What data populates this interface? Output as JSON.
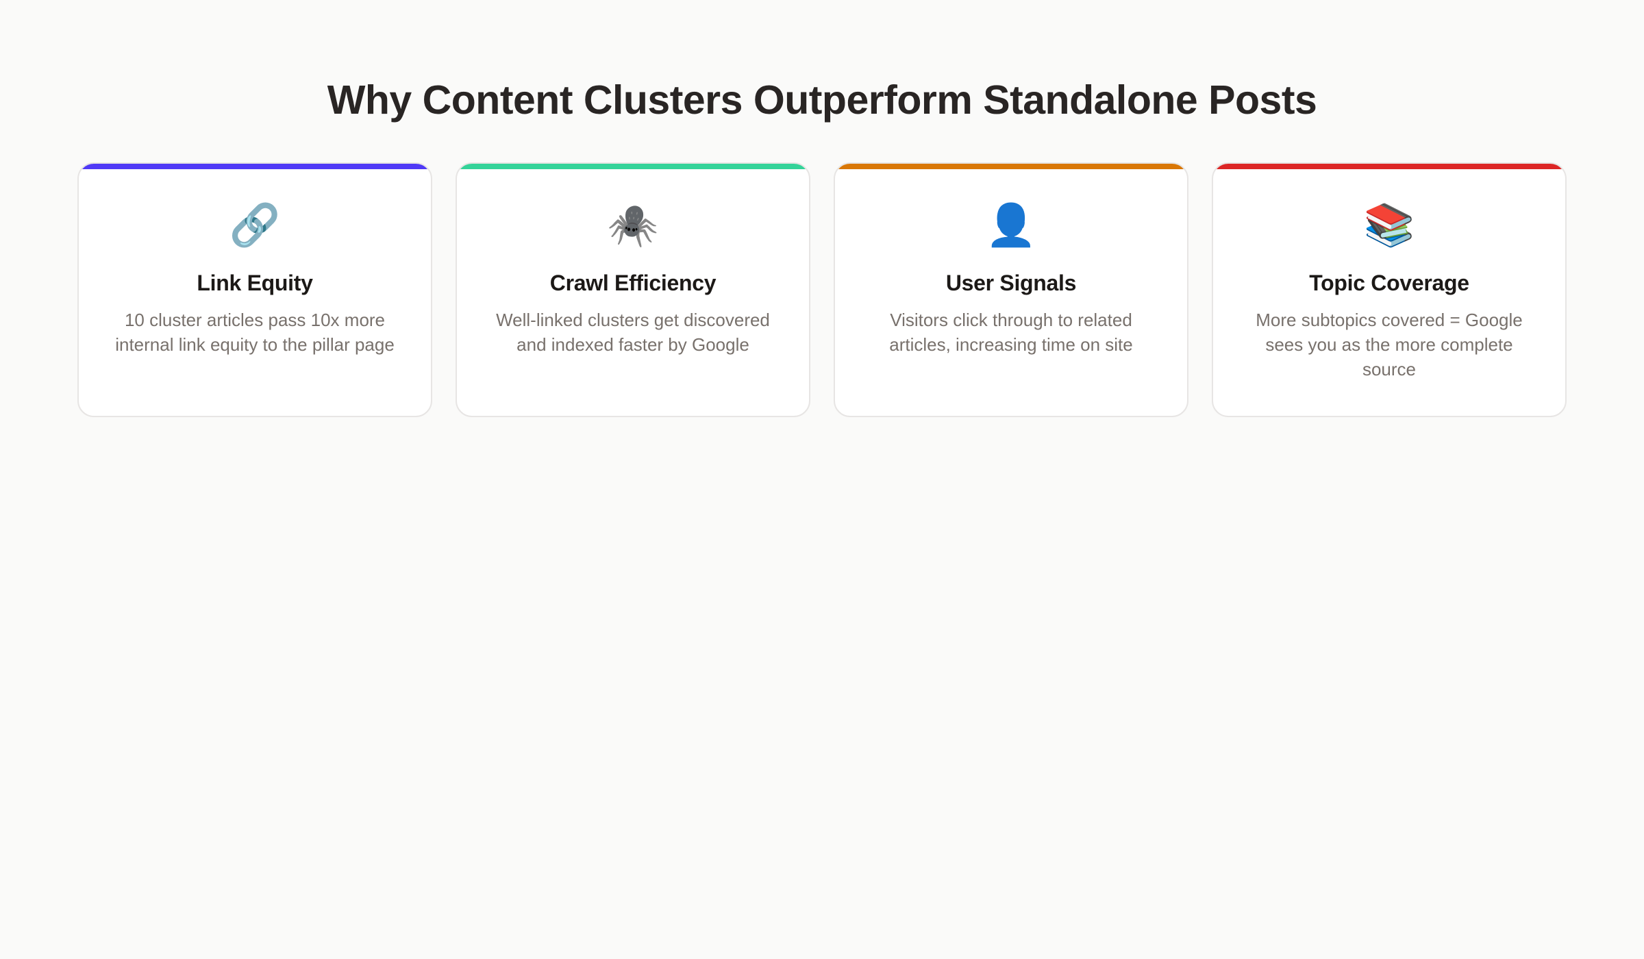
{
  "page": {
    "title": "Why Content Clusters Outperform Standalone Posts"
  },
  "cards": [
    {
      "icon": "🔗",
      "icon_name": "link-icon",
      "title": "Link Equity",
      "description": "10 cluster articles pass 10x more internal link equity to the pillar page",
      "accent_color": "#4f39f6"
    },
    {
      "icon": "🕷️",
      "icon_name": "spider-icon",
      "title": "Crawl Efficiency",
      "description": "Well-linked clusters get discovered and indexed faster by Google",
      "accent_color": "#34d399"
    },
    {
      "icon": "👤",
      "icon_name": "user-silhouette-icon",
      "title": "User Signals",
      "description": "Visitors click through to related articles, increasing time on site",
      "accent_color": "#d97706"
    },
    {
      "icon": "📚",
      "icon_name": "books-icon",
      "title": "Topic Coverage",
      "description": "More subtopics covered = Google sees you as the more complete source",
      "accent_color": "#dc2626"
    }
  ]
}
